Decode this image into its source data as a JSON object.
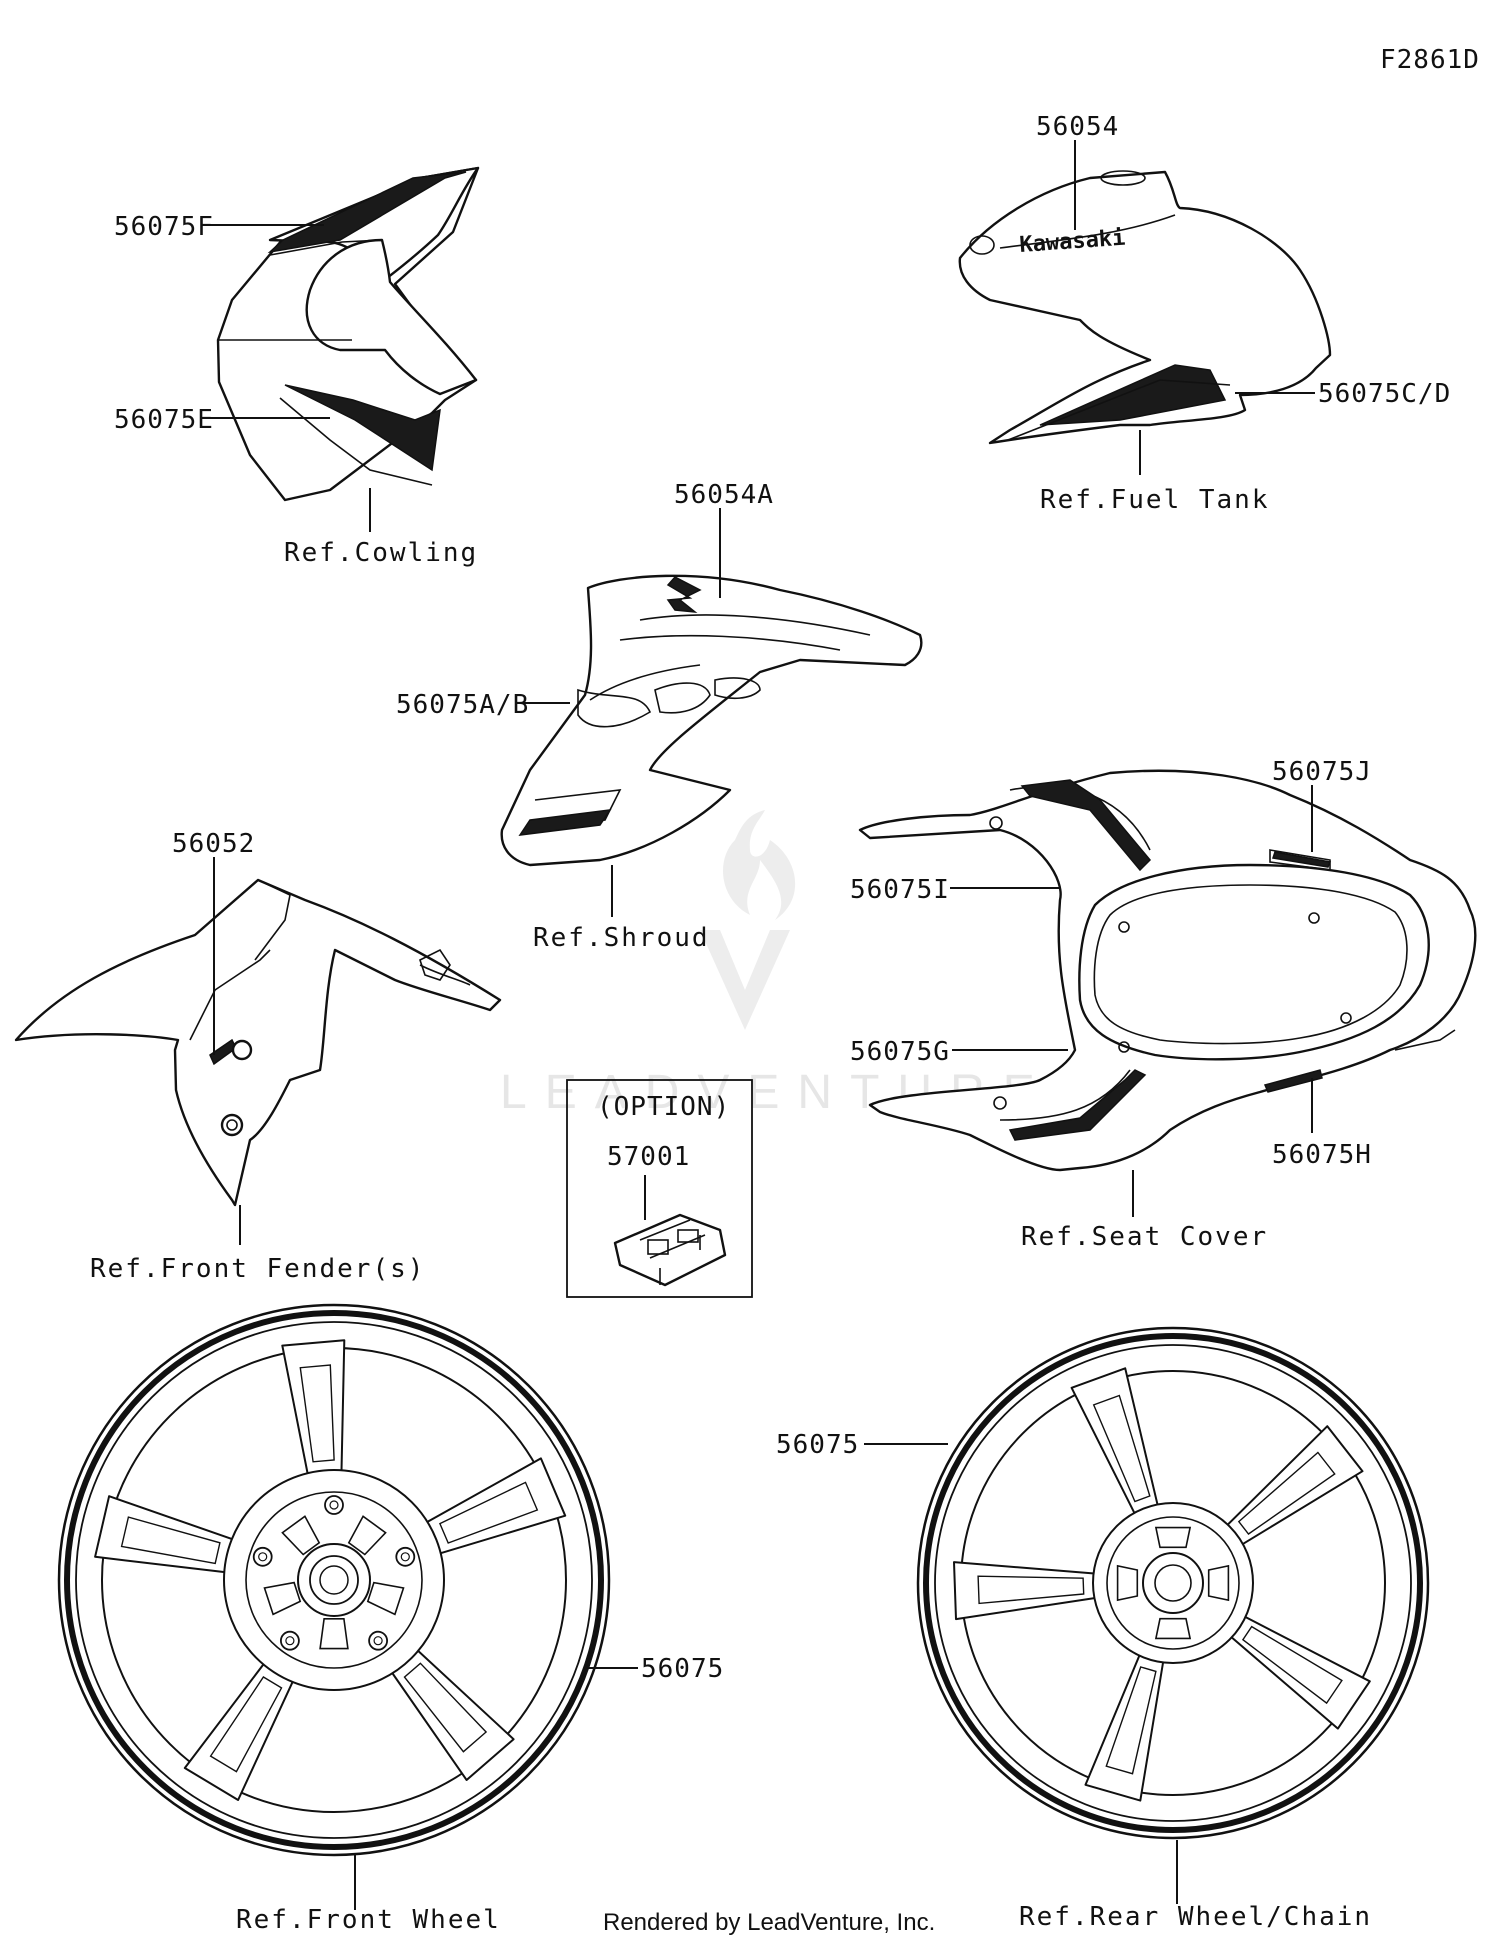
{
  "drawing_code": "F2861D",
  "footer": "Rendered by LeadVenture, Inc.",
  "watermark": "LEADVENTURE",
  "option_box": {
    "title": "(OPTION)",
    "part": "57001"
  },
  "callouts": {
    "c56075F": "56075F",
    "c56075E": "56075E",
    "c56054": "56054",
    "c56075CD": "56075C/D",
    "c56054A": "56054A",
    "c56075AB": "56075A/B",
    "c56052": "56052",
    "c56075J": "56075J",
    "c56075I": "56075I",
    "c56075G": "56075G",
    "c56075H": "56075H",
    "c56075_front": "56075",
    "c56075_rear": "56075"
  },
  "refs": {
    "cowling": "Ref.Cowling",
    "fuel_tank": "Ref.Fuel Tank",
    "shroud": "Ref.Shroud",
    "front_fender": "Ref.Front Fender(s)",
    "seat_cover": "Ref.Seat Cover",
    "front_wheel": "Ref.Front Wheel",
    "rear_wheel": "Ref.Rear Wheel/Chain"
  },
  "decal_text": {
    "tank_logo": "Kawasaki",
    "shroud_logo": "Z"
  }
}
